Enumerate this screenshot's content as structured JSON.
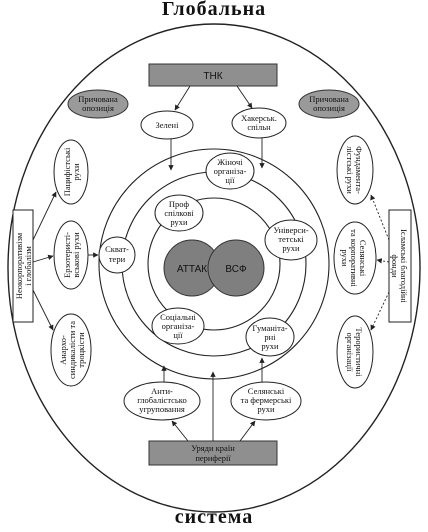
{
  "title_top": "Глобальна",
  "title_bottom": "система",
  "core": {
    "left": "АТТАК",
    "right": "ВСФ"
  },
  "boxes": {
    "top": "ТНК",
    "bottom": [
      "Уряди країн",
      "периферії"
    ],
    "left": [
      "Неокорпоративізм",
      "і глобалізм"
    ],
    "right": [
      "Ісламські благодійні",
      "фонди"
    ]
  },
  "gray_ellipses": {
    "left": [
      "Причована",
      "опозиція"
    ],
    "right": [
      "Причована",
      "опозиція"
    ]
  },
  "top_nodes": {
    "left": "Зелені",
    "right": [
      "Хакерськ.",
      "спільн"
    ]
  },
  "inner_nodes": [
    [
      "Жіночі",
      "організа-",
      "ції"
    ],
    [
      "Проф",
      "спілкові",
      "рухи"
    ],
    [
      "Універси-",
      "тетські",
      "рухи"
    ],
    [
      "Скват-",
      "тери"
    ],
    [
      "Соціальні",
      "організа-",
      "ції"
    ],
    [
      "Гуманіта-",
      "рні",
      "рухи"
    ]
  ],
  "bottom_nodes": {
    "left": [
      "Анти-",
      "глобалістсько",
      "угруповання"
    ],
    "right": [
      "Селянські",
      "та фермерські",
      "рухи"
    ]
  },
  "left_vertical": [
    [
      "Пацифістські",
      "рухи"
    ],
    [
      "Ерзотеристі-",
      "вськові рухи"
    ],
    [
      "Анархо-",
      "синдикалісти та",
      "троцкісти"
    ]
  ],
  "right_vertical": [
    [
      "Фундамента-",
      "лістські рухи"
    ],
    [
      "Селянські",
      "та корпоративні",
      "рухи"
    ],
    [
      "Терористичні",
      "організації"
    ]
  ]
}
